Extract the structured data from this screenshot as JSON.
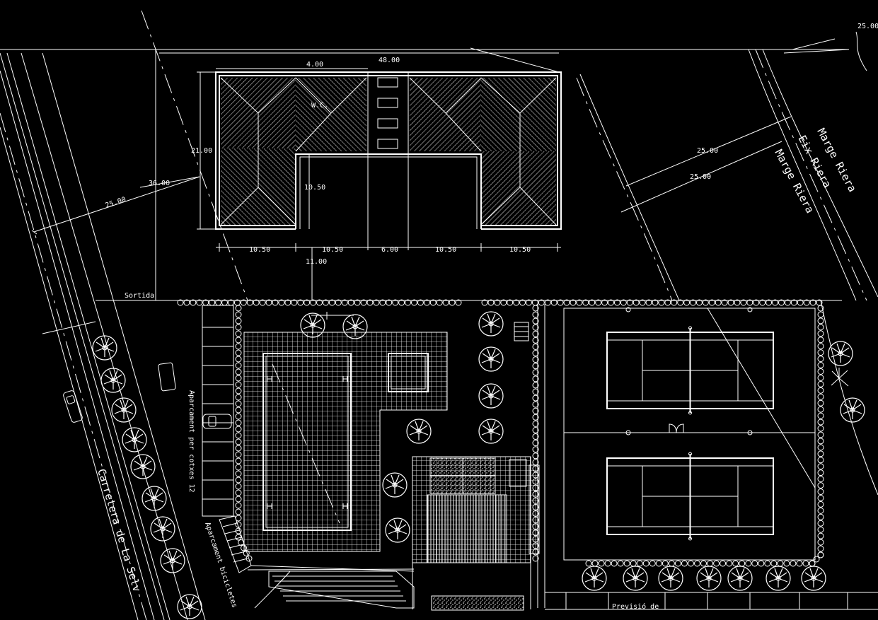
{
  "dimensions": {
    "total_width": "48.00",
    "top_offset": "4.00",
    "wing_depth": "21.00",
    "court_depth": "10.50",
    "segments": [
      "10.50",
      "10.50",
      "6.00",
      "10.50",
      "10.50"
    ],
    "setback_left": "36.00",
    "road_setback": "25.00",
    "front_gap": "11.00",
    "river_setback_outer": "25.00",
    "river_setback_inner": "25.00",
    "corner": "25.00"
  },
  "labels": {
    "wc": "W.C.",
    "sortida": "Sortida",
    "car_parking": "Aparcament per cotxes 12",
    "bike_parking": "Aparcament bicicletes",
    "road": "Carretera de La Selv",
    "river_edge_outer": "Marge Riera",
    "river_axis": "Eix Riera",
    "river_edge_inner": "Marge Riera",
    "provision": "Previsió de"
  }
}
